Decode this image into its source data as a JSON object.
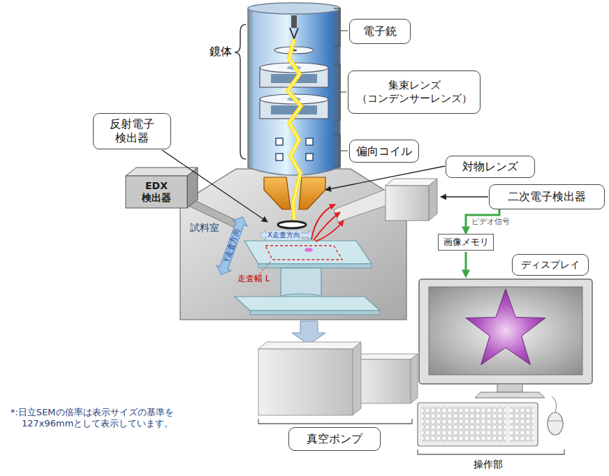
{
  "diagram": {
    "nodes": [
      {
        "text": [
          "電子銃"
        ]
      },
      {
        "text": [
          "集束レンズ （コンデンサーレンズ）"
        ]
      },
      {
        "text": [
          "反射電子 検出器"
        ]
      },
      {
        "text": [
          "偏向コイル"
        ]
      },
      {
        "text": [
          "対物レンズ"
        ]
      },
      {
        "text": [
          "EDX 検出器"
        ]
      },
      {
        "text": [
          "二次電子検出器"
        ]
      },
      {
        "text": [
          "画像メモリ"
        ]
      },
      {
        "text": [
          "ディスプレイ"
        ]
      },
      {
        "text": [
          "真空ポンプ"
        ]
      }
    ],
    "edges": [
      {
        "from": 6,
        "to": 7,
        "arrow": "to",
        "label": "ビデオ信号"
      }
    ],
    "labels": [
      "鏡体",
      "試料室",
      "Y走査方向",
      "X走査方向",
      "走査幅 L",
      "操作部",
      "*:日立SEMの倍率は表示サイズの基準を 127x96mmとして表示しています。"
    ]
  }
}
